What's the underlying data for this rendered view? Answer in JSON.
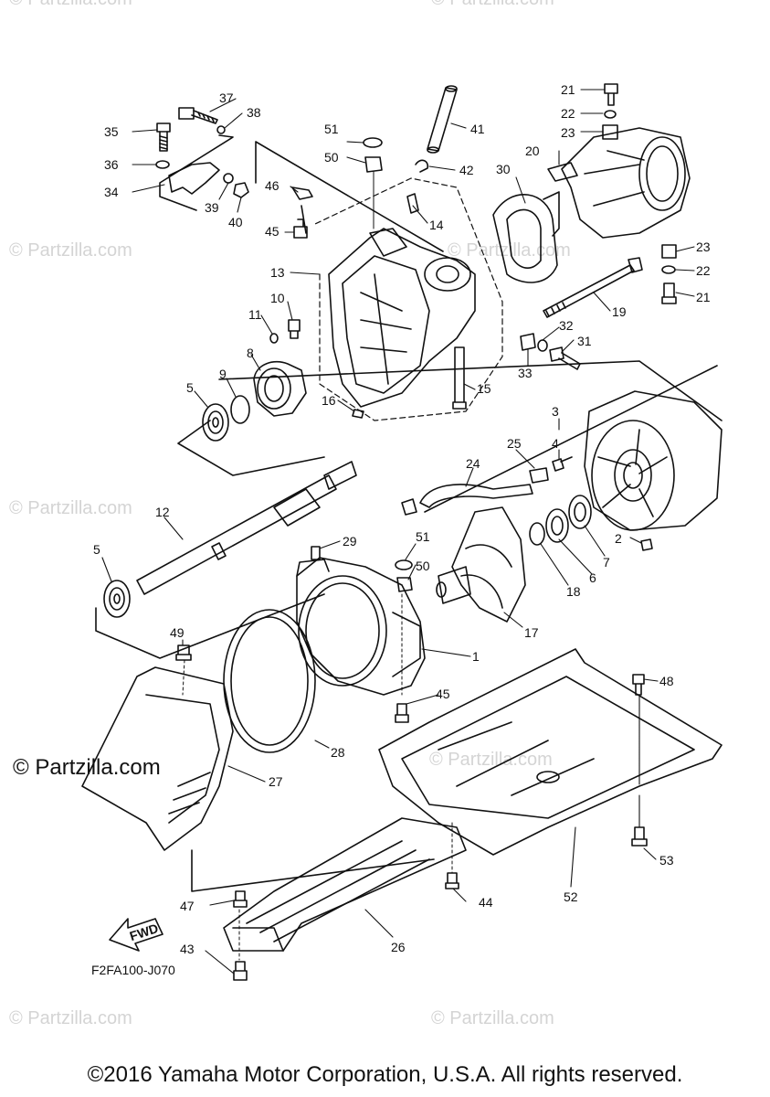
{
  "watermarks": {
    "brand": "© Partzilla.com",
    "main": "© Partzilla.com"
  },
  "diagram": {
    "code": "F2FA100-J070",
    "fwd_label": "FWD",
    "callouts": [
      "1",
      "2",
      "3",
      "4",
      "5",
      "5",
      "6",
      "7",
      "8",
      "9",
      "10",
      "11",
      "12",
      "13",
      "14",
      "15",
      "16",
      "17",
      "18",
      "19",
      "20",
      "21",
      "21",
      "22",
      "22",
      "23",
      "23",
      "24",
      "25",
      "26",
      "27",
      "28",
      "29",
      "30",
      "31",
      "32",
      "33",
      "34",
      "35",
      "36",
      "37",
      "38",
      "39",
      "40",
      "41",
      "42",
      "43",
      "44",
      "45",
      "45",
      "46",
      "47",
      "48",
      "49",
      "50",
      "50",
      "51",
      "51",
      "52",
      "53"
    ]
  },
  "footer": {
    "copyright": "©2016 Yamaha Motor Corporation, U.S.A. All rights reserved."
  }
}
